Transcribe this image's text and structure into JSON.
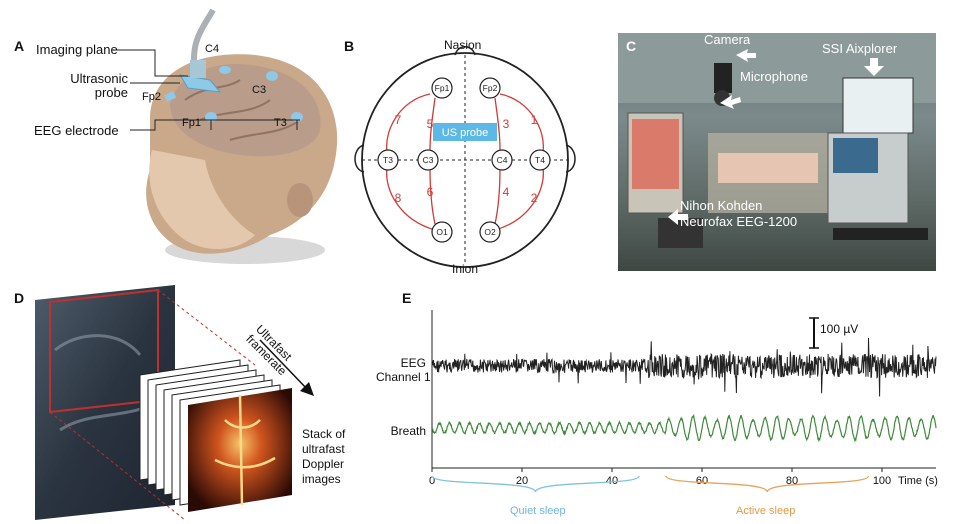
{
  "panels": {
    "a": "A",
    "b": "B",
    "c": "C",
    "d": "D",
    "e": "E"
  },
  "panel_a": {
    "imaging_plane": "Imaging plane",
    "ultrasonic_probe_line1": "Ultrasonic",
    "ultrasonic_probe_line2": "probe",
    "eeg_electrode": "EEG electrode",
    "fp2": "Fp2",
    "c4": "C4",
    "c3": "C3",
    "fp1": "Fp1",
    "t3": "T3"
  },
  "panel_b": {
    "nasion": "Nasion",
    "inion": "Inion",
    "us_probe": "US probe",
    "electrodes": [
      "Fp1",
      "Fp2",
      "T3",
      "C3",
      "C4",
      "T4",
      "O1",
      "O2"
    ],
    "channel_numbers": [
      "7",
      "5",
      "3",
      "1",
      "8",
      "6",
      "4",
      "2"
    ]
  },
  "panel_c": {
    "camera": "Camera",
    "microphone": "Microphone",
    "ssi": "SSI Aixplorer",
    "nihon_line1": "Nihon Kohden",
    "nihon_line2": "Neurofax EEG-1200"
  },
  "panel_d": {
    "ultrafast_line1": "Ultrafast",
    "ultrafast_line2": "framerate",
    "stack_line1": "Stack of",
    "stack_line2": "ultrafast",
    "stack_line3": "Doppler",
    "stack_line4": "images"
  },
  "panel_e": {
    "scale_bar": "100 µV",
    "eeg_line1": "EEG",
    "eeg_line2": "Channel 1",
    "breath": "Breath",
    "xticks": [
      "0",
      "20",
      "40",
      "60",
      "80",
      "100"
    ],
    "xaxis_label": "Time (s)",
    "quiet_sleep": "Quiet sleep",
    "active_sleep": "Active sleep",
    "colors": {
      "eeg": "#222222",
      "breath": "#3e8a3a",
      "quiet": "#7cc3e0",
      "active": "#e9a354"
    }
  },
  "chart_data": {
    "type": "line",
    "x": [
      0,
      20,
      40,
      60,
      80,
      100
    ],
    "xlabel": "Time (s)",
    "xlim": [
      0,
      112
    ],
    "series": [
      {
        "name": "EEG Channel 1"
      },
      {
        "name": "Breath"
      }
    ],
    "annotations": [
      {
        "text": "Quiet sleep",
        "x_range": [
          0,
          46
        ]
      },
      {
        "text": "Active sleep",
        "x_range": [
          52,
          97
        ]
      }
    ],
    "scale_bar": "100 µV"
  }
}
